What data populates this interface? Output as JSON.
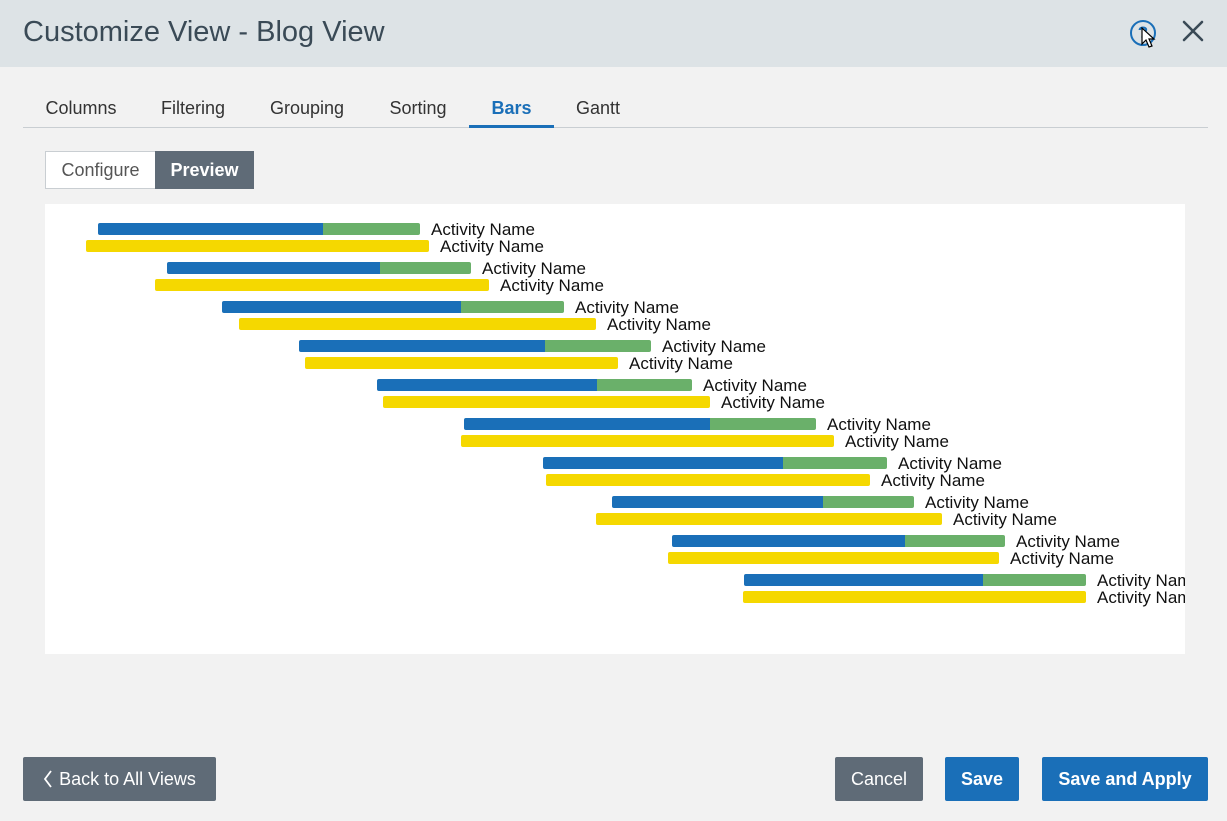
{
  "dialog": {
    "title": "Customize View - Blog View"
  },
  "header": {
    "help_glyph": "?"
  },
  "tabs": [
    {
      "label": "Columns",
      "active": false
    },
    {
      "label": "Filtering",
      "active": false
    },
    {
      "label": "Grouping",
      "active": false
    },
    {
      "label": "Sorting",
      "active": false
    },
    {
      "label": "Bars",
      "active": true
    },
    {
      "label": "Gantt",
      "active": false
    }
  ],
  "segment": {
    "configure_label": "Configure",
    "preview_label": "Preview",
    "selected": "Preview"
  },
  "preview": {
    "colors": {
      "progress": "#1a6fb8",
      "remaining": "#6ab06a",
      "baseline": "#f5d800"
    },
    "rows": [
      {
        "label": "Activity Name",
        "baseline_label": "Activity Name"
      },
      {
        "label": "Activity Name",
        "baseline_label": "Activity Name"
      },
      {
        "label": "Activity Name",
        "baseline_label": "Activity Name"
      },
      {
        "label": "Activity Name",
        "baseline_label": "Activity Name"
      },
      {
        "label": "Activity Name",
        "baseline_label": "Activity Name"
      },
      {
        "label": "Activity Name",
        "baseline_label": "Activity Name"
      },
      {
        "label": "Activity Name",
        "baseline_label": "Activity Name"
      },
      {
        "label": "Activity Name",
        "baseline_label": "Activity Name"
      },
      {
        "label": "Activity Name",
        "baseline_label": "Activity Name"
      },
      {
        "label": "Activity Name",
        "baseline_label": "Activity Name"
      }
    ]
  },
  "footer": {
    "back_label": "Back to All Views",
    "cancel_label": "Cancel",
    "save_label": "Save",
    "apply_label": "Save and Apply"
  }
}
